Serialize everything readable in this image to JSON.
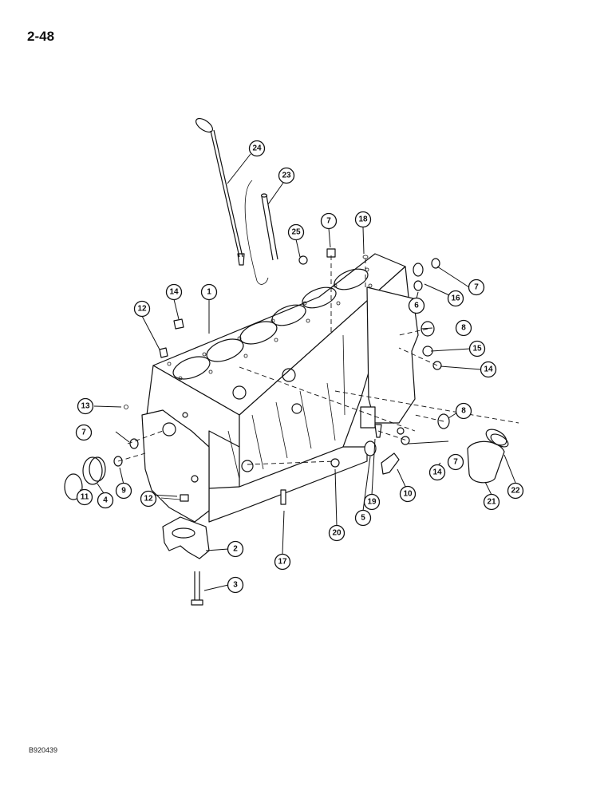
{
  "page": {
    "page_number": "2-48",
    "drawing_code": "B920439"
  },
  "callouts": [
    {
      "id": "c1",
      "label": "1"
    },
    {
      "id": "c2",
      "label": "2"
    },
    {
      "id": "c3",
      "label": "3"
    },
    {
      "id": "c4",
      "label": "4"
    },
    {
      "id": "c5",
      "label": "5"
    },
    {
      "id": "c6",
      "label": "6"
    },
    {
      "id": "c7a",
      "label": "7"
    },
    {
      "id": "c7b",
      "label": "7"
    },
    {
      "id": "c7c",
      "label": "7"
    },
    {
      "id": "c7d",
      "label": "7"
    },
    {
      "id": "c8a",
      "label": "8"
    },
    {
      "id": "c8b",
      "label": "8"
    },
    {
      "id": "c9",
      "label": "9"
    },
    {
      "id": "c10",
      "label": "10"
    },
    {
      "id": "c11",
      "label": "11"
    },
    {
      "id": "c12a",
      "label": "12"
    },
    {
      "id": "c12b",
      "label": "12"
    },
    {
      "id": "c13",
      "label": "13"
    },
    {
      "id": "c14a",
      "label": "14"
    },
    {
      "id": "c14b",
      "label": "14"
    },
    {
      "id": "c14c",
      "label": "14"
    },
    {
      "id": "c15",
      "label": "15"
    },
    {
      "id": "c16",
      "label": "16"
    },
    {
      "id": "c17",
      "label": "17"
    },
    {
      "id": "c18",
      "label": "18"
    },
    {
      "id": "c19",
      "label": "19"
    },
    {
      "id": "c20",
      "label": "20"
    },
    {
      "id": "c21",
      "label": "21"
    },
    {
      "id": "c22",
      "label": "22"
    },
    {
      "id": "c23",
      "label": "23"
    },
    {
      "id": "c24",
      "label": "24"
    },
    {
      "id": "c25",
      "label": "25"
    }
  ]
}
